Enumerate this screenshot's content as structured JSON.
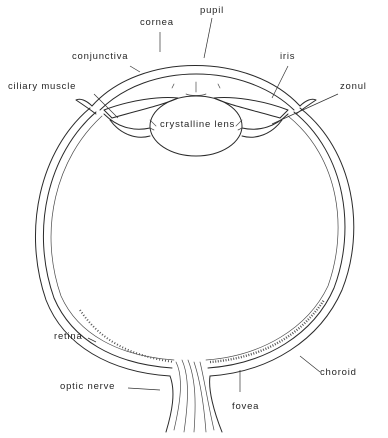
{
  "labels": {
    "cornea": "cornea",
    "pupil": "pupil",
    "conjunctiva": "conjunctiva",
    "iris": "iris",
    "ciliary_muscle": "ciliary muscle",
    "zonule": "zonul",
    "crystalline_lens": "crystalline lens",
    "retina": "retina",
    "choroid": "choroid",
    "optic_nerve": "optic nerve",
    "fovea": "fovea"
  }
}
